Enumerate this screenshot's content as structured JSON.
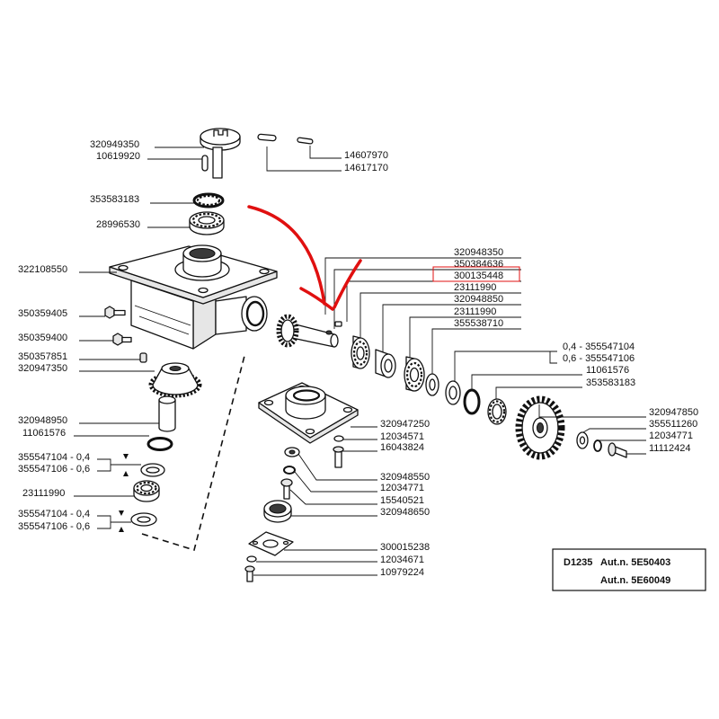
{
  "callouts": {
    "top": [
      "320949350",
      "10619920",
      "353583183",
      "28996530"
    ],
    "pins": [
      "14607970",
      "14617170"
    ],
    "left": [
      "322108550",
      "350359405",
      "350359400",
      "350357851",
      "320947350",
      "320948950",
      "11061576",
      "355547104 - 0,4",
      "355547106 - 0,6",
      "23111990",
      "355547104 - 0,4",
      "355547106 - 0,6"
    ],
    "right_upper": [
      "320948350",
      "350384636",
      "300135448",
      "23111990",
      "320948850",
      "23111990",
      "355538710",
      "0,4 - 355547104",
      "0,6 - 355547106",
      "11061576",
      "353583183"
    ],
    "right_lower": [
      "320947850",
      "355511260",
      "12034771",
      "11112424"
    ],
    "center": [
      "320947250",
      "12034571",
      "16043824",
      "320948550",
      "12034771",
      "15540521",
      "320948650",
      "300015238",
      "12034671",
      "10979224"
    ]
  },
  "title_block": {
    "model": "D1235",
    "line1": "Aut.n. 5E50403",
    "line2": "Aut.n. 5E60049"
  },
  "colors": {
    "ink": "#111111",
    "annotation": "#e01010",
    "paper": "#ffffff"
  }
}
